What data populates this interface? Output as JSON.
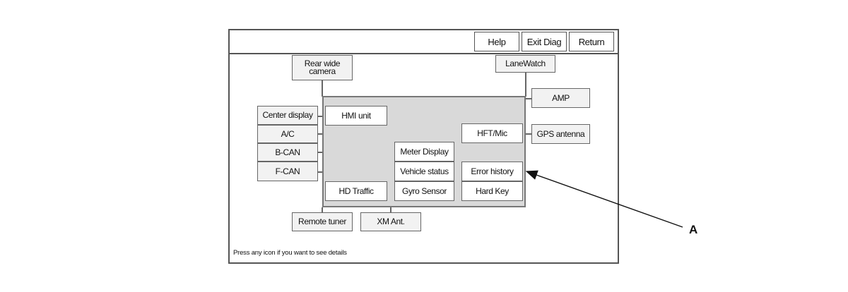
{
  "header": {
    "help_label": "Help",
    "exit_diag_label": "Exit Diag",
    "return_label": "Return"
  },
  "components": {
    "rear_wide_camera": "Rear wide\ncamera",
    "lanewatch": "LaneWatch",
    "amp": "AMP",
    "center_display": "Center display",
    "ac": "A/C",
    "b_can": "B-CAN",
    "f_can": "F-CAN",
    "hmi_unit": "HMI unit",
    "hft_mic": "HFT/Mic",
    "gps_antenna": "GPS antenna",
    "meter_display": "Meter Display",
    "vehicle_status": "Vehicle status",
    "gyro_sensor": "Gyro Sensor",
    "error_history": "Error history",
    "hard_key": "Hard Key",
    "hd_traffic": "HD Traffic",
    "remote_tuner": "Remote tuner",
    "xm_ant": "XM Ant."
  },
  "footer": {
    "instruction": "Press any icon if you want to see details"
  },
  "callout_label": "A"
}
